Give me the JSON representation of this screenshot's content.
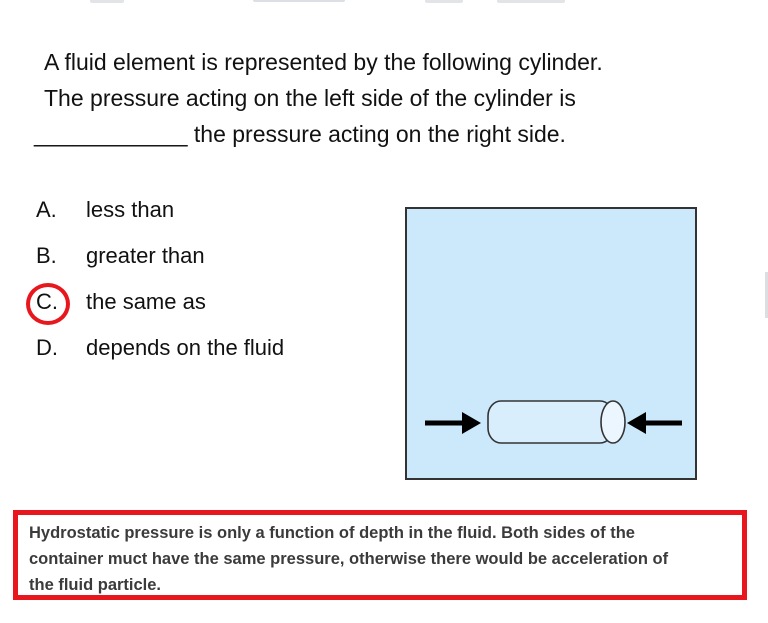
{
  "colors": {
    "accent-red": "#e8171d",
    "diagram-bg": "#cbe9fb",
    "cylinder-fill": "#d9eefc",
    "cylinder-cap-fill": "#ecf6fe",
    "diagram-border": "#333333",
    "arrow": "#000000",
    "text": "#111111",
    "explanation-text": "#3b3b3b"
  },
  "question": {
    "lines": [
      "A fluid element is represented by the following cylinder.",
      "The pressure acting on the left side of the cylinder is",
      "____________ the pressure acting on the right side."
    ]
  },
  "options": [
    {
      "letter": "A.",
      "label": "less than"
    },
    {
      "letter": "B.",
      "label": "greater than"
    },
    {
      "letter": "C.",
      "label": "the same as"
    },
    {
      "letter": "D.",
      "label": "depends on the fluid"
    }
  ],
  "selected_option": "C",
  "diagram": {
    "description": "fluid container with cylinder element pressed by left and right arrows"
  },
  "explanation": {
    "lines": [
      "Hydrostatic pressure is only a function of depth in the fluid. Both sides of the",
      "container muct have the same pressure, otherwise there would be acceleration of",
      "the fluid particle."
    ]
  }
}
